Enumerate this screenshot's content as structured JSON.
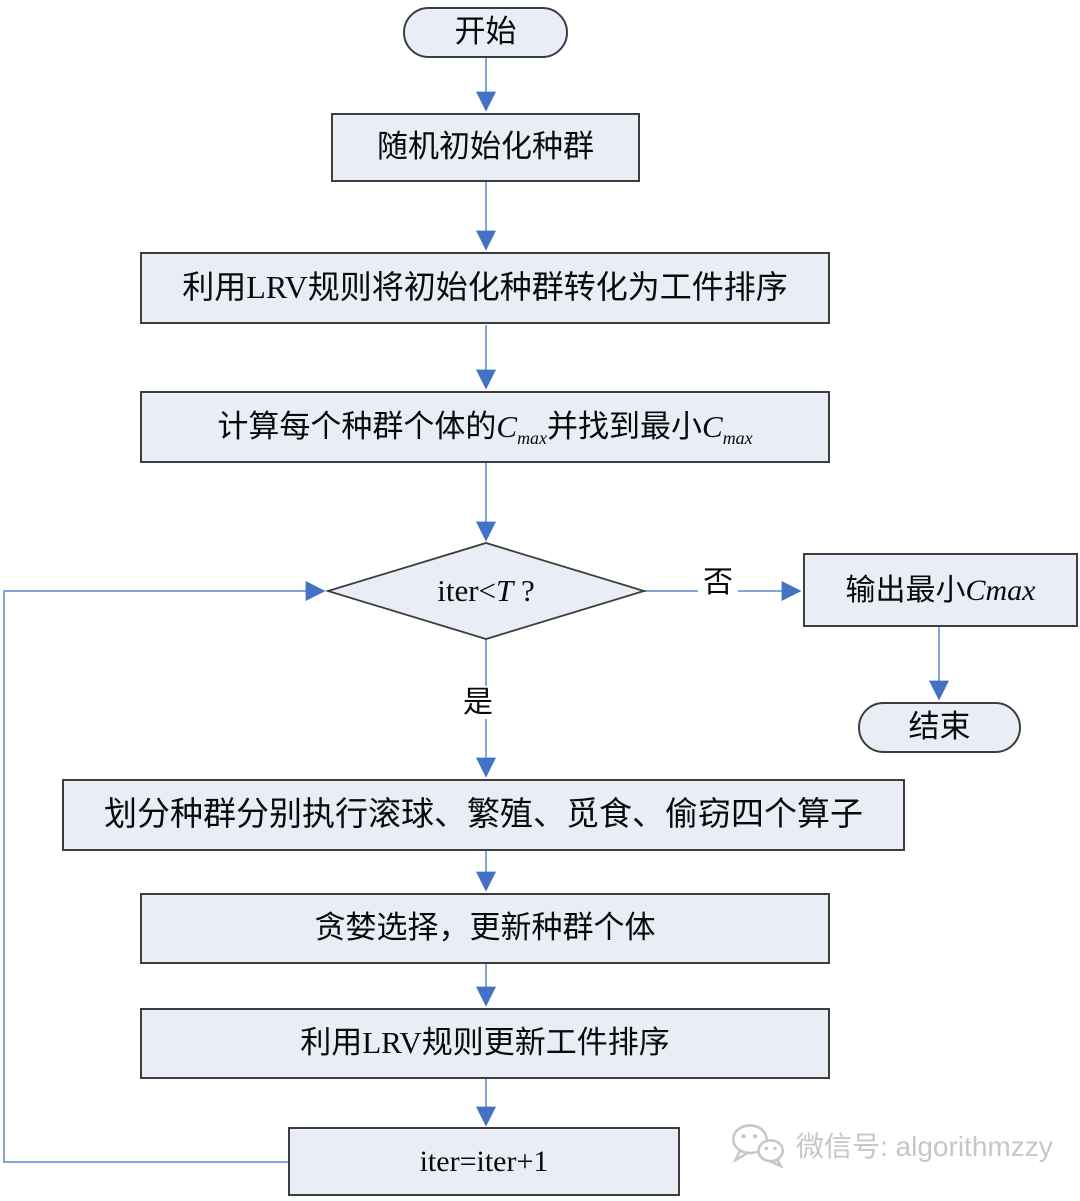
{
  "diagram": {
    "type": "flowchart",
    "nodes": {
      "start": "开始",
      "init": "随机初始化种群",
      "lrv_convert": "利用LRV规则将初始化种群转化为工件排序",
      "calc": {
        "pre": "计算每个种群个体的",
        "c": "C",
        "sub": "max",
        "mid": "并找到最小"
      },
      "decision": {
        "pre": "iter<",
        "var": "T",
        "suffix": " ?"
      },
      "output": {
        "pre": "输出最小",
        "var": "Cmax"
      },
      "end": "结束",
      "operators": "划分种群分别执行滚球、繁殖、觅食、偷窃四个算子",
      "greedy": "贪婪选择，更新种群个体",
      "lrv_update": "利用LRV规则更新工件排序",
      "iter": "iter=iter+1"
    },
    "edge_labels": {
      "no": "否",
      "yes": "是"
    }
  },
  "watermark": {
    "label": "微信号: algorithmzzy",
    "icon": "wechat-icon"
  },
  "colors": {
    "node_fill": "#e9edf6",
    "node_border": "#3d3d3d",
    "connector_line": "#85a4d8",
    "arrowhead": "#4372c4",
    "watermark_gray": "#c7c7c7"
  }
}
